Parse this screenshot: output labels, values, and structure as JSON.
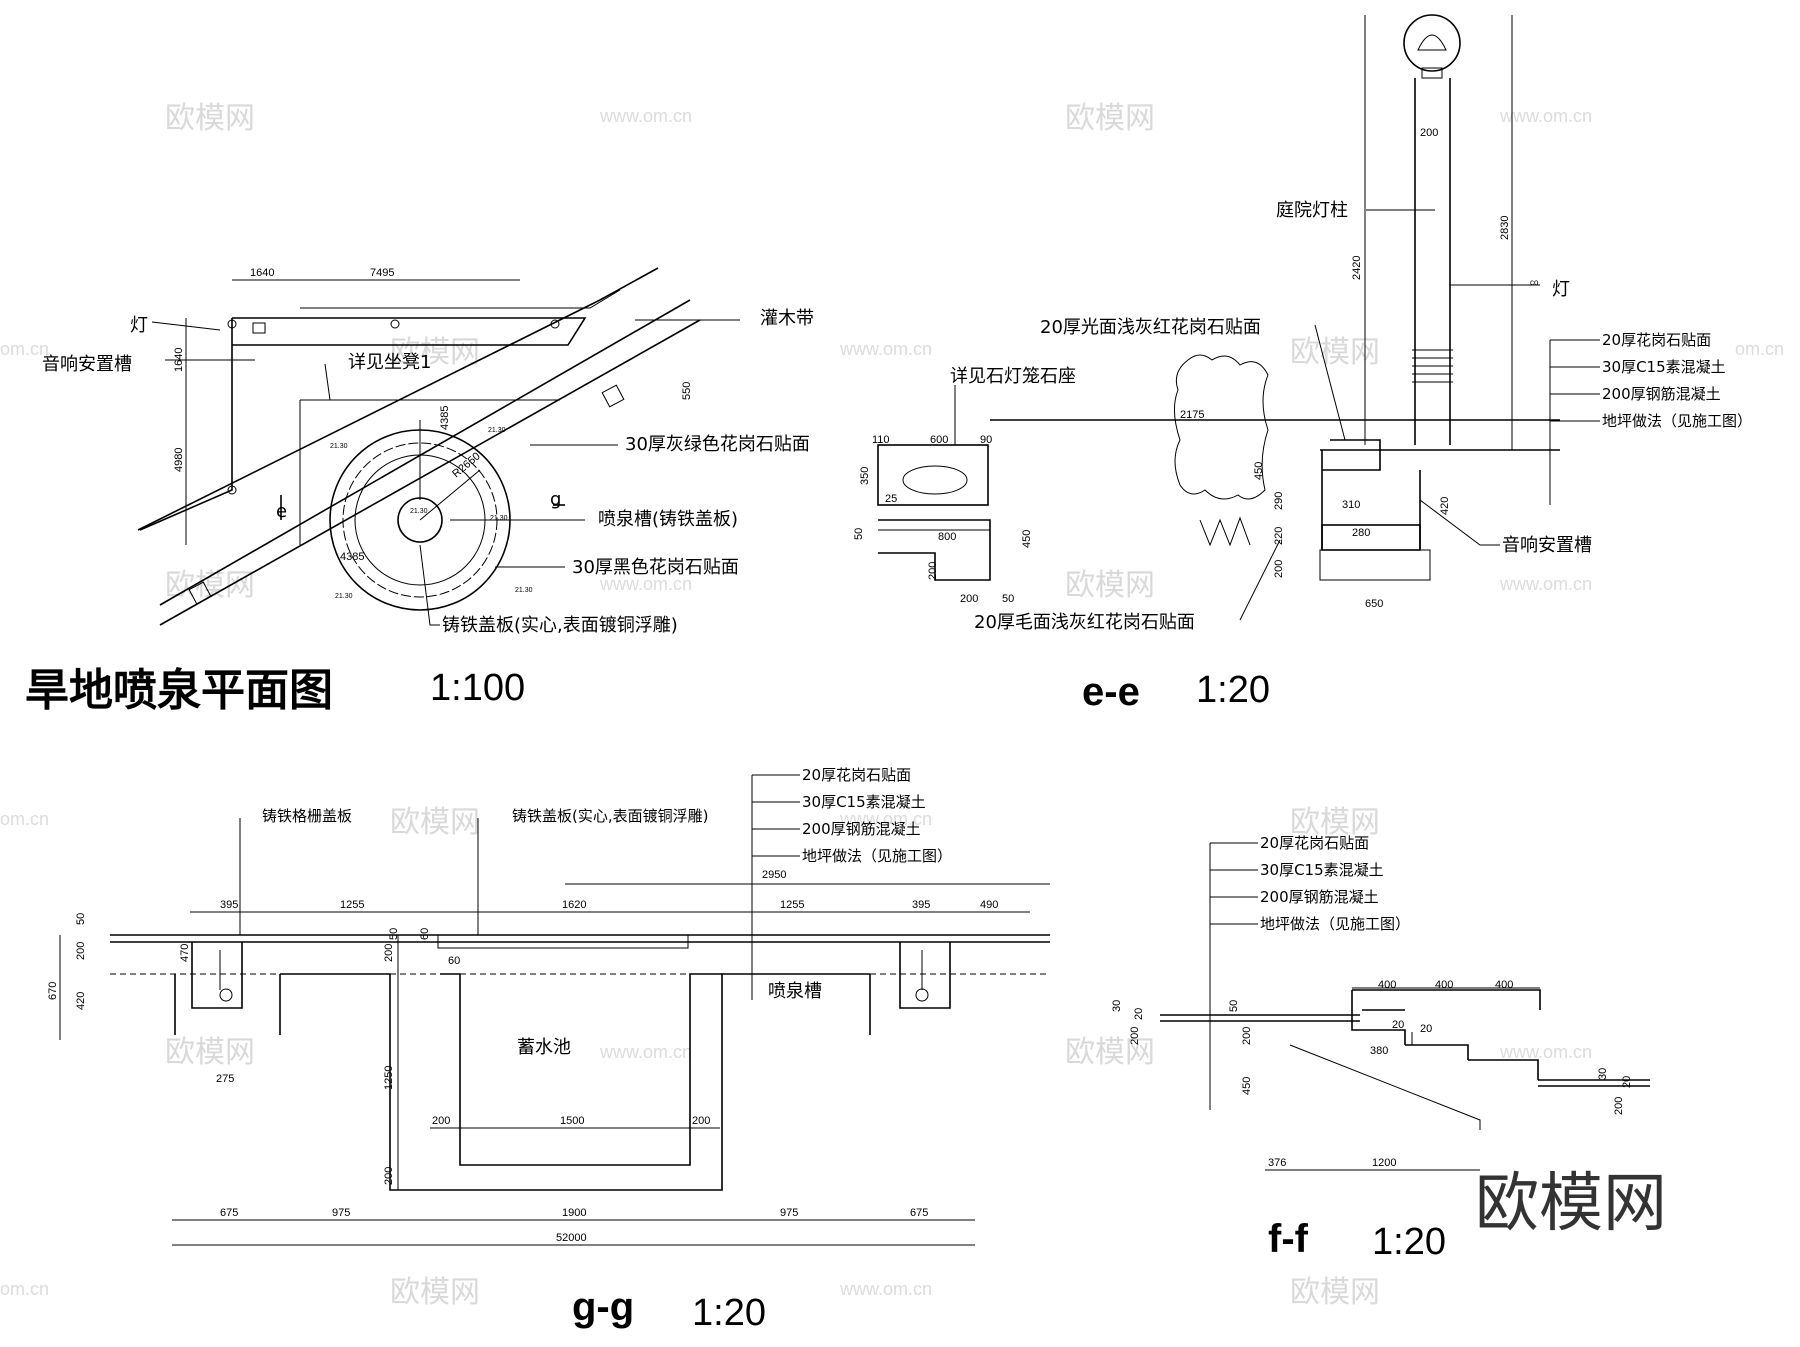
{
  "plan": {
    "title": "旱地喷泉平面图",
    "scale": "1:100",
    "labels": {
      "lamp": "灯",
      "sound_box": "音响安置槽",
      "bench": "详见坐凳1",
      "shrub": "灌木带",
      "gray_green": "30厚灰绿色花岗石贴面",
      "fountain_slot": "喷泉槽(铸铁盖板)",
      "black_granite": "30厚黑色花岗石贴面",
      "cast_iron_cover": "铸铁盖板(实心,表面镀铜浮雕)",
      "sec_g": "g",
      "sec_e": "e"
    },
    "dims": {
      "d1640a": "1640",
      "d7495": "7495",
      "d1640b": "1640",
      "d4980": "4980",
      "d550": "550",
      "d4385a": "4385",
      "d4385b": "4385",
      "r2650": "R2650",
      "elev1": "21.30",
      "elev2": "21.30",
      "elev3": "21.30",
      "elev4": "21.30",
      "elev5": "21.30",
      "elev6": "21.30"
    }
  },
  "ee": {
    "title": "e-e",
    "scale": "1:20",
    "labels": {
      "lamp_post": "庭院灯柱",
      "lamp": "灯",
      "polished": "20厚光面浅灰红花岗石贴面",
      "stone_base": "详见石灯笼石座",
      "granite20": "20厚花岗石贴面",
      "c15": "30厚C15素混凝土",
      "rc200": "200厚钢筋混凝土",
      "floor": "地坪做法（见施工图）",
      "sound_box": "音响安置槽",
      "rough": "20厚毛面浅灰红花岗石贴面"
    },
    "dims": {
      "d200": "200",
      "d2420": "2420",
      "d2830": "2830",
      "d110": "110",
      "d600": "600",
      "d90": "90",
      "d2175": "2175",
      "d350": "350",
      "d25": "25",
      "d50": "50",
      "d800": "800",
      "d450a": "450",
      "d200b": "200",
      "d200c": "200",
      "d50b": "50",
      "d450b": "450",
      "d290": "290",
      "d220": "220",
      "d200d": "200",
      "d310": "310",
      "d280": "280",
      "d420": "420",
      "d650": "650",
      "co": "co"
    }
  },
  "gg": {
    "title": "g-g",
    "scale": "1:20",
    "labels": {
      "grate": "铸铁格栅盖板",
      "cover": "铸铁盖板(实心,表面镀铜浮雕)",
      "granite20": "20厚花岗石贴面",
      "c15": "30厚C15素混凝土",
      "rc200": "200厚钢筋混凝土",
      "floor": "地坪做法（见施工图）",
      "pool": "蓄水池",
      "slot": "喷泉槽"
    },
    "dims": {
      "d2950": "2950",
      "d395a": "395",
      "d1255a": "1255",
      "d1620": "1620",
      "d1255b": "1255",
      "d395b": "395",
      "d490": "490",
      "d50": "50",
      "d200": "200",
      "d420": "420",
      "d670": "670",
      "d470": "470",
      "d200b": "200",
      "d50b": "50",
      "d60a": "60",
      "d60b": "60",
      "d275": "275",
      "d1250": "1250",
      "d200c": "200",
      "d1500": "1500",
      "d200d": "200",
      "d200e": "200",
      "d675a": "675",
      "d975a": "975",
      "d1900": "1900",
      "d975b": "975",
      "d675b": "675",
      "d52000": "52000"
    }
  },
  "ff": {
    "title": "f-f",
    "scale": "1:20",
    "labels": {
      "granite20": "20厚花岗石贴面",
      "c15": "30厚C15素混凝土",
      "rc200": "200厚钢筋混凝土",
      "floor": "地坪做法（见施工图）"
    },
    "dims": {
      "d400a": "400",
      "d400b": "400",
      "d400c": "400",
      "d30a": "30",
      "d20a": "20",
      "d50": "50",
      "d200a": "200",
      "d200b": "200",
      "d20b": "20",
      "d20c": "20",
      "d380": "380",
      "d450": "450",
      "d30b": "30",
      "d20d": "20",
      "d200c": "200",
      "d376": "376",
      "d1200": "1200"
    }
  },
  "watermark": {
    "cn": "欧模网",
    "url": "www.om.cn",
    "url_short": "om.cn",
    "big": "欧模网"
  }
}
